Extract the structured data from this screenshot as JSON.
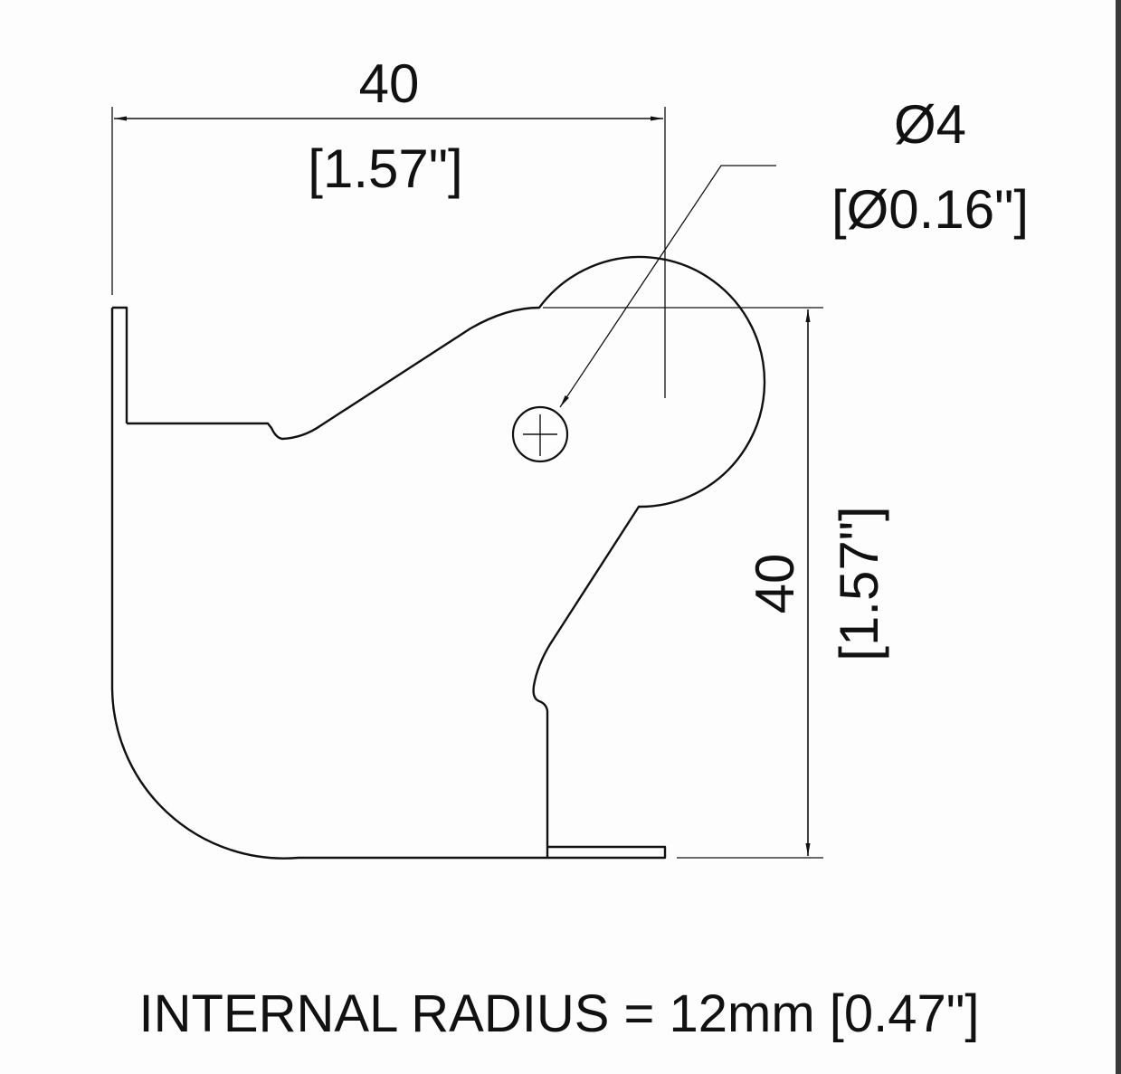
{
  "drawing": {
    "width_dimension": {
      "value": "40",
      "imperial": "[1.57\"]"
    },
    "height_dimension": {
      "value": "40",
      "imperial": "[1.57\"]"
    },
    "hole_dimension": {
      "value": "Ø4",
      "imperial": "[Ø0.16\"]"
    },
    "note": "INTERNAL RADIUS = 12mm [0.47\"]"
  },
  "colors": {
    "line": "#111111",
    "background": "#fdfdfd",
    "edge": "#3a3a3a"
  }
}
